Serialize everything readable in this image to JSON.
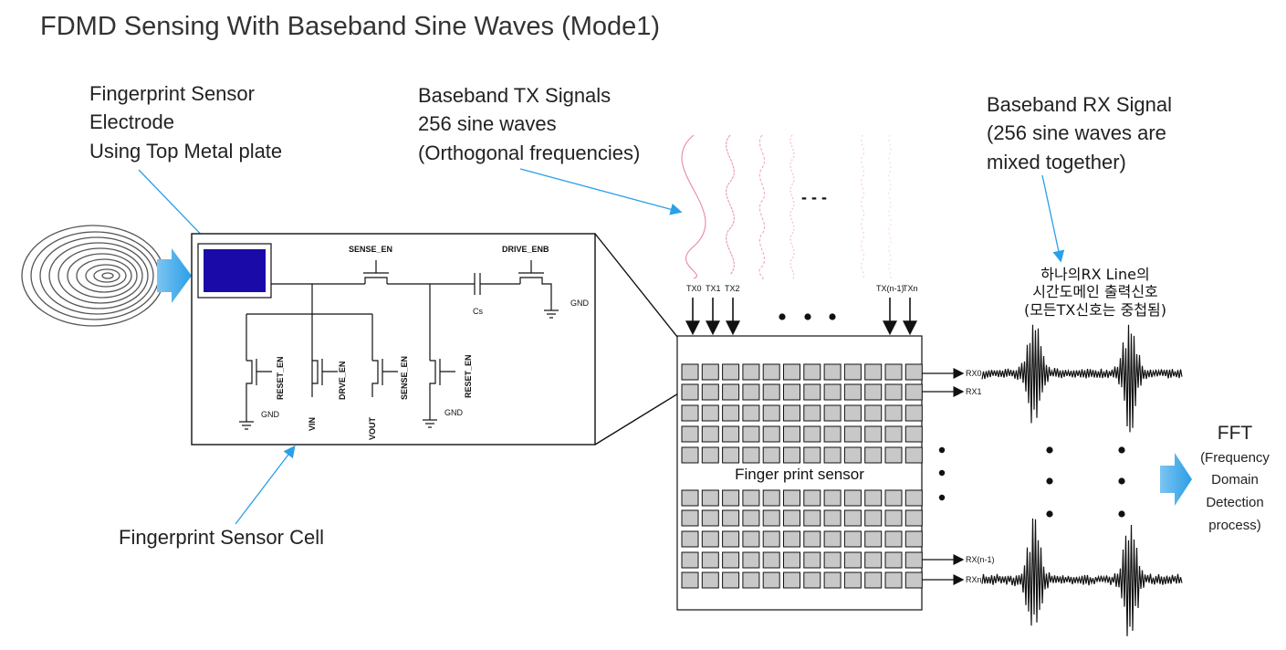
{
  "title": "FDMD Sensing With Baseband Sine Waves (Mode1)",
  "electrode_label": [
    "Fingerprint Sensor",
    "Electrode",
    "Using Top Metal plate"
  ],
  "tx_signals_label": [
    "Baseband TX Signals",
    "256 sine waves",
    "(Orthogonal frequencies)"
  ],
  "rx_signal_label": [
    "Baseband RX Signal",
    "(256 sine waves are",
    "mixed together)"
  ],
  "korean_label": [
    "하나의RX Line의",
    "시간도메인 출력신호",
    "(모든TX신호는 중첩됨)"
  ],
  "cell_label": "Fingerprint Sensor Cell",
  "sensor_label": "Finger print sensor",
  "fft_label": [
    "FFT",
    "(Frequency",
    "Domain",
    "Detection",
    "process)"
  ],
  "ellipsis": "- - -",
  "circuit": {
    "sense_en": "SENSE_EN",
    "drive_enb": "DRIVE_ENB",
    "cs": "Cs",
    "gnd": "GND",
    "reset_en": "RESET_EN",
    "drve_en": "DRVE_EN",
    "sense_en_v": "SENSE_EN",
    "vin": "VIN",
    "vout": "VOUT"
  },
  "tx_lines": [
    "TX0",
    "TX1",
    "TX2",
    "TX(n-1)",
    "TXn"
  ],
  "rx_lines": [
    "RX0",
    "RX1",
    "RX(n-1)",
    "RXn"
  ],
  "colors": {
    "arrow_blue": "#2aa0e8",
    "electrode": "#1a0aa8",
    "cell_gray": "#c8c8c8",
    "sine_pink": "#e05575"
  }
}
